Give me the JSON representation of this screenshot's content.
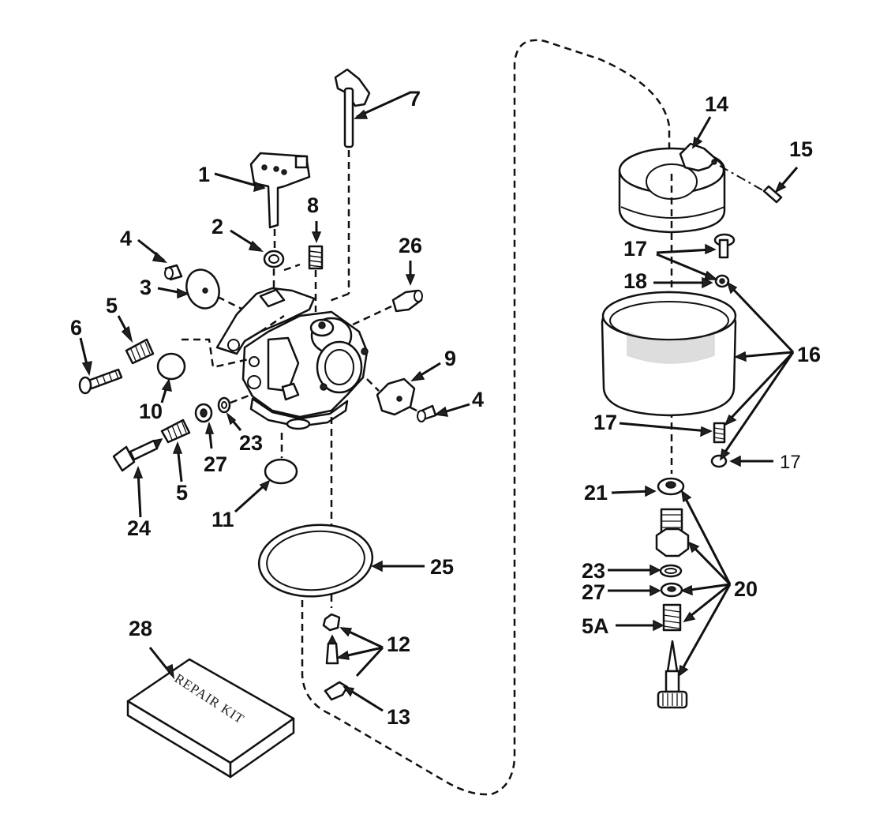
{
  "labels": {
    "p1": "1",
    "p2": "2",
    "p3": "3",
    "p4a": "4",
    "p4b": "4",
    "p5a": "5",
    "p5b": "5",
    "p6": "6",
    "p7": "7",
    "p8": "8",
    "p9": "9",
    "p10": "10",
    "p11": "11",
    "p12": "12",
    "p13": "13",
    "p14": "14",
    "p15": "15",
    "p16": "16",
    "p17a": "17",
    "p17b": "17",
    "p17c": "17",
    "p18": "18",
    "p20": "20",
    "p21": "21",
    "p23a": "23",
    "p23b": "23",
    "p24": "24",
    "p25": "25",
    "p26": "26",
    "p27a": "27",
    "p27b": "27",
    "p28": "28",
    "p5A": "5A"
  },
  "repair_kit_text": "REPAIR KIT",
  "colors": {
    "ink": "#111111",
    "paper": "#ffffff"
  }
}
